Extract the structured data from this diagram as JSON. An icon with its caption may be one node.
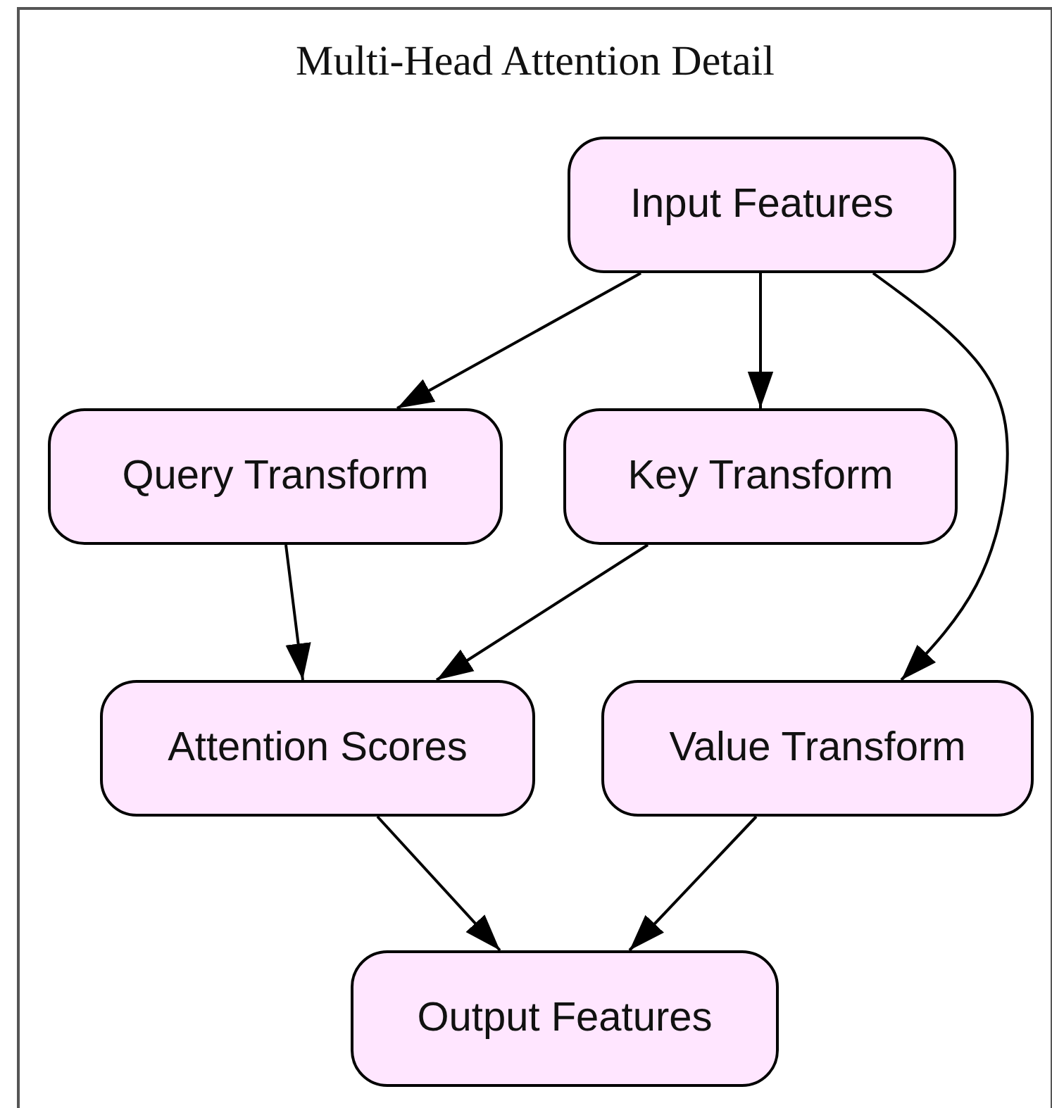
{
  "diagram": {
    "nodes": [
      {
        "text": [
          "Multi-Head Attention Detail"
        ]
      },
      {
        "text": [
          "Input Features"
        ],
        "in": 0
      },
      {
        "text": [
          "Query Transform"
        ],
        "in": 0
      },
      {
        "text": [
          "Key Transform"
        ],
        "in": 0
      },
      {
        "text": [
          "Attention Scores"
        ],
        "in": 0
      },
      {
        "text": [
          "Value Transform"
        ],
        "in": 0
      },
      {
        "text": [
          "Output Features"
        ],
        "in": 0
      }
    ],
    "edges": [
      {
        "from": 1,
        "to": 2,
        "arrow": "to"
      },
      {
        "from": 1,
        "to": 3,
        "arrow": "to"
      },
      {
        "from": 1,
        "to": 5,
        "arrow": "to"
      },
      {
        "from": 2,
        "to": 4,
        "arrow": "to"
      },
      {
        "from": 3,
        "to": 4,
        "arrow": "to"
      },
      {
        "from": 4,
        "to": 6,
        "arrow": "to"
      },
      {
        "from": 5,
        "to": 6,
        "arrow": "to"
      }
    ]
  }
}
